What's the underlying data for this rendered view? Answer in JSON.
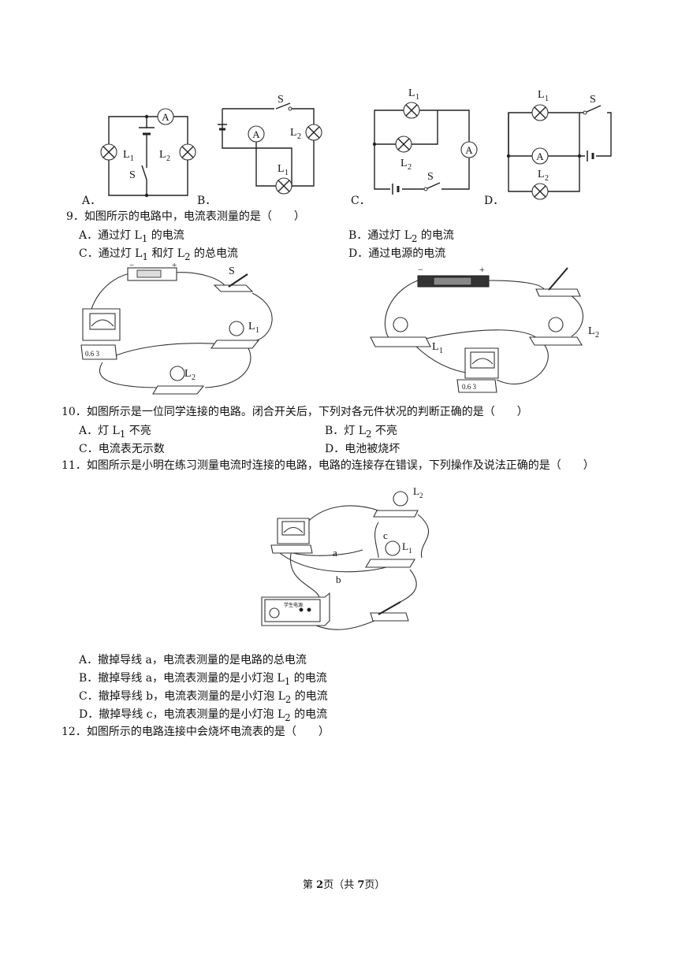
{
  "figures_q8": {
    "option_labels": [
      "A．",
      "B．",
      "C．",
      "D．"
    ],
    "A": {
      "ammeter": "A",
      "lamp1": "L",
      "lamp1_sub": "1",
      "lamp2": "L",
      "lamp2_sub": "2",
      "switch": "S"
    },
    "B": {
      "ammeter": "A",
      "lamp1": "L",
      "lamp1_sub": "1",
      "lamp2": "L",
      "lamp2_sub": "2",
      "switch": "S"
    },
    "C": {
      "ammeter": "A",
      "lamp1": "L",
      "lamp1_sub": "1",
      "lamp2": "L",
      "lamp2_sub": "2",
      "switch": "S"
    },
    "D": {
      "ammeter": "A",
      "lamp1": "L",
      "lamp1_sub": "1",
      "lamp2": "L",
      "lamp2_sub": "2",
      "switch": "S"
    }
  },
  "q9": {
    "stem": "9．如图所示的电路中，电流表测量的是（　　）",
    "options": [
      {
        "pre": "A．通过灯 L",
        "sub": "1",
        "post": " 的电流"
      },
      {
        "pre": "B．通过灯 L",
        "sub": "2",
        "post": " 的电流"
      },
      {
        "pre": "C．通过灯 L",
        "sub": "1",
        "mid": " 和灯 L",
        "sub2": "2",
        "post": " 的总电流"
      },
      {
        "pre": "D．通过电源的电流"
      }
    ],
    "fig_left": {
      "switch": "S",
      "lamp1": "L",
      "lamp1_sub": "1",
      "lamp2": "L",
      "lamp2_sub": "2",
      "meter_scale": "0.6 3"
    },
    "fig_right": {
      "minus": "−",
      "plus": "+",
      "lamp1": "L",
      "lamp1_sub": "1",
      "lamp2": "L",
      "lamp2_sub": "2",
      "meter_scale": "0.6 3"
    }
  },
  "q10": {
    "stem": "10．如图所示是一位同学连接的电路。闭合开关后，下列对各元件状况的判断正确的是（　　）",
    "options": [
      {
        "pre": "A．灯 L",
        "sub": "1",
        "post": " 不亮"
      },
      {
        "pre": "B．灯 L",
        "sub": "2",
        "post": " 不亮"
      },
      {
        "pre": "C．电流表无示数"
      },
      {
        "pre": "D．电池被烧坏"
      }
    ]
  },
  "q11": {
    "stem": "11．如图所示是小明在练习测量电流时连接的电路，电路的连接存在错误，下列操作及说法正确的是（　　）",
    "fig": {
      "lamp1": "L",
      "lamp1_sub": "1",
      "lamp2": "L",
      "lamp2_sub": "2",
      "wire_a": "a",
      "wire_b": "b",
      "wire_c": "c",
      "supply_label": "学生电源"
    },
    "options": [
      {
        "pre": "A．撤掉导线 a，电流表测量的是电路的总电流"
      },
      {
        "pre": "B．撤掉导线 a，电流表测量的是小灯泡 L",
        "sub": "1",
        "post": " 的电流"
      },
      {
        "pre": "C．撤掉导线 b，电流表测量的是小灯泡 L",
        "sub": "2",
        "post": " 的电流"
      },
      {
        "pre": "D．撤掉导线 c，电流表测量的是小灯泡 L",
        "sub": "2",
        "post": " 的电流"
      }
    ]
  },
  "q12": {
    "stem": "12．如图所示的电路连接中会烧坏电流表的是（　　）"
  },
  "footer": {
    "pre": "第 ",
    "page": "2",
    "mid": "页（共 ",
    "total": "7",
    "post": "页）"
  }
}
